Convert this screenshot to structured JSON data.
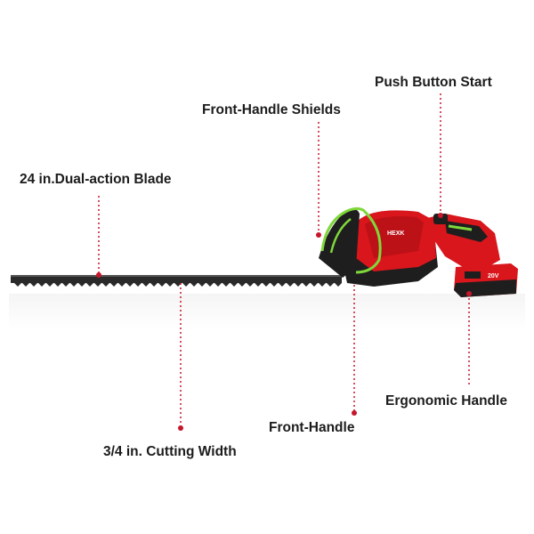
{
  "callouts": {
    "push_button_start": "Push Button Start",
    "front_handle_shields": "Front-Handle Shields",
    "dual_action_blade": "24 in.Dual-action Blade",
    "ergonomic_handle": "Ergonomic Handle",
    "front_handle": "Front-Handle",
    "cutting_width": "3/4 in. Cutting Width"
  },
  "product": {
    "logo_text": "HEXK",
    "battery_text": "20V"
  },
  "colors": {
    "body_red": "#d8161c",
    "dark_red": "#a50f14",
    "grip_black": "#1e1e1e",
    "accent_green": "#7fd83a",
    "guide_red": "#c7162b"
  }
}
